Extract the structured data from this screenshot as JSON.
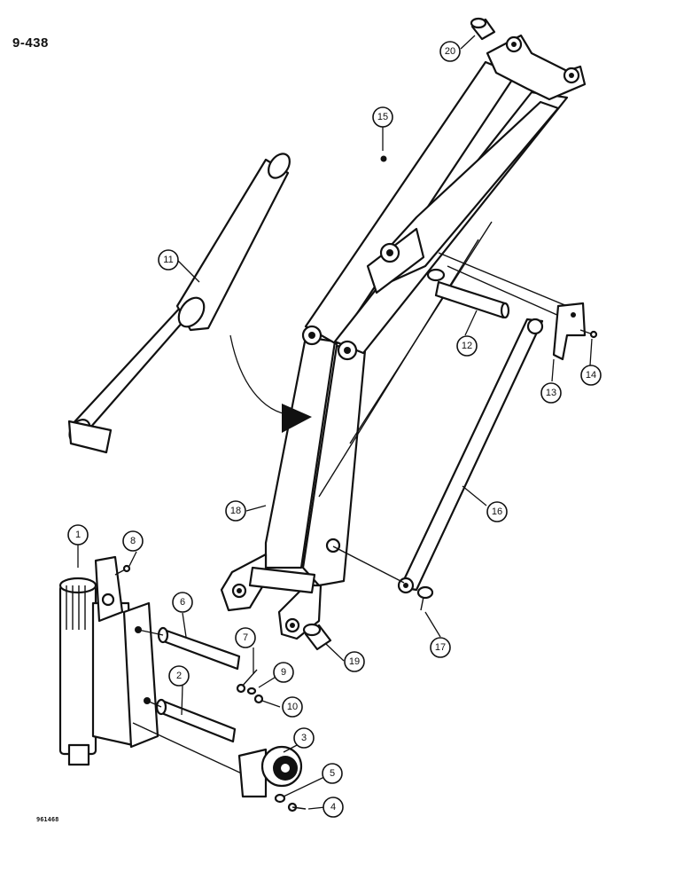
{
  "page": {
    "number": "9-438",
    "figure_code": "961468"
  },
  "callouts": [
    {
      "id": "1",
      "label": "1"
    },
    {
      "id": "2",
      "label": "2"
    },
    {
      "id": "3",
      "label": "3"
    },
    {
      "id": "4",
      "label": "4"
    },
    {
      "id": "5",
      "label": "5"
    },
    {
      "id": "6",
      "label": "6"
    },
    {
      "id": "7",
      "label": "7"
    },
    {
      "id": "8",
      "label": "8"
    },
    {
      "id": "9",
      "label": "9"
    },
    {
      "id": "10",
      "label": "10"
    },
    {
      "id": "11",
      "label": "11"
    },
    {
      "id": "12",
      "label": "12"
    },
    {
      "id": "13",
      "label": "13"
    },
    {
      "id": "14",
      "label": "14"
    },
    {
      "id": "15",
      "label": "15"
    },
    {
      "id": "16",
      "label": "16"
    },
    {
      "id": "17",
      "label": "17"
    },
    {
      "id": "18",
      "label": "18"
    },
    {
      "id": "19",
      "label": "19"
    },
    {
      "id": "20",
      "label": "20"
    }
  ]
}
